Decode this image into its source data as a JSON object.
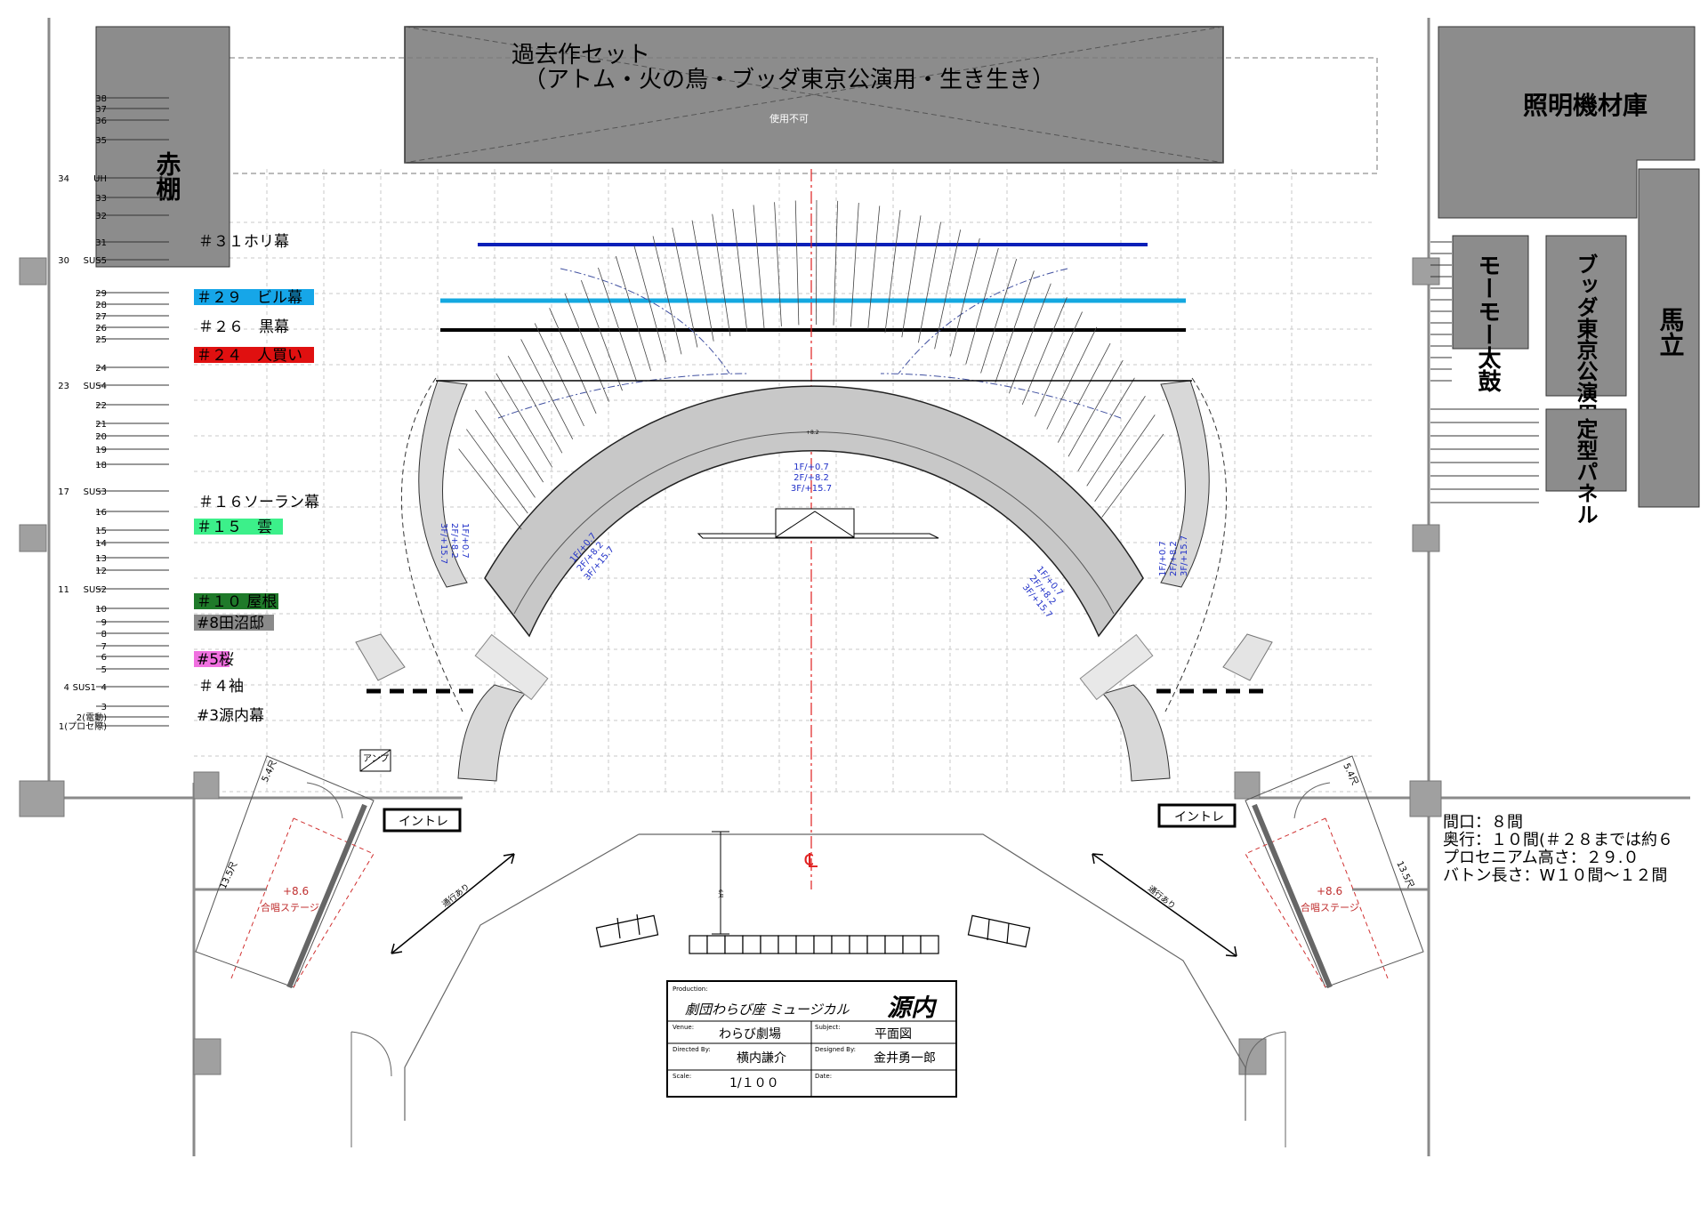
{
  "colors": {
    "wall": "#9a9a9a",
    "block_fill": "#8c8c8c",
    "line_blue": "#0a1fb8",
    "line_cyan": "#14a8e0",
    "red_center": "#e02020",
    "label_cyan": "#16a6e8",
    "label_red": "#e01010",
    "label_green": "#3cf08a",
    "label_darkgreen": "#1f7a2a",
    "label_gray": "#8a8a8a",
    "label_pink": "#f070e0",
    "annot_blue": "#2030c8",
    "annot_red": "#c03030"
  },
  "storage_top": {
    "title_line1": "過去作セット",
    "title_line2": "（アトム・火の鳥・ブッダ東京公演用・生き生き）",
    "note": "使用不可"
  },
  "lighting_storage": "照明機材庫",
  "akadana": "赤棚",
  "right_boxes": {
    "drum": "モーモー太鼓",
    "buddha": "ブッダ東京公演用セット",
    "umadate": "馬立",
    "panel": "定型パネル"
  },
  "batten_numbers": [
    {
      "n": "38"
    },
    {
      "n": "37"
    },
    {
      "n": "36"
    },
    {
      "n": "35"
    },
    {
      "n": "UH"
    },
    {
      "n": "33"
    },
    {
      "n": "32"
    },
    {
      "n": "31"
    },
    {
      "n": "SUS5"
    },
    {
      "n": "29"
    },
    {
      "n": "28"
    },
    {
      "n": "27"
    },
    {
      "n": "26"
    },
    {
      "n": "25"
    },
    {
      "n": "24"
    },
    {
      "n": "SUS4"
    },
    {
      "n": "22"
    },
    {
      "n": "21"
    },
    {
      "n": "20"
    },
    {
      "n": "19"
    },
    {
      "n": "18"
    },
    {
      "n": "SUS3"
    },
    {
      "n": "16"
    },
    {
      "n": "15"
    },
    {
      "n": "14"
    },
    {
      "n": "13"
    },
    {
      "n": "12"
    },
    {
      "n": "SUS2"
    },
    {
      "n": "10"
    },
    {
      "n": "9"
    },
    {
      "n": "8"
    },
    {
      "n": "7"
    },
    {
      "n": "6"
    },
    {
      "n": "5"
    },
    {
      "n": "SUS1"
    },
    {
      "n": "4"
    },
    {
      "n": "3"
    },
    {
      "n": "2(電動)"
    },
    {
      "n": "1(プロセ際)"
    }
  ],
  "left_side_numbers": [
    "34",
    "30",
    "23",
    "17",
    "11",
    "4"
  ],
  "drops": [
    {
      "text": "＃３１ホリ幕",
      "style": "plain"
    },
    {
      "text": "＃２９　ビル幕",
      "style": "cyan"
    },
    {
      "text": "＃２６　黒幕",
      "style": "plain"
    },
    {
      "text": "＃２４　人買い",
      "style": "red"
    },
    {
      "text": "＃１６ソーラン幕",
      "style": "plain"
    },
    {
      "text": "＃１５　雲",
      "style": "green"
    },
    {
      "text": "＃１０ 屋根",
      "style": "darkgreen"
    },
    {
      "text": "#8田沼邸",
      "style": "gray"
    },
    {
      "text": "#5桜",
      "style": "pink"
    },
    {
      "text": "＃４袖",
      "style": "plain"
    },
    {
      "text": "#3源内幕",
      "style": "plain"
    }
  ],
  "stage": {
    "arc_top_value": "+8.2",
    "center_levels": [
      "1F/+0.7",
      "2F/+8.2",
      "3F/+15.7"
    ],
    "side_levels": [
      "1F/+0.7",
      "2F/+8.2",
      "3F/+15.7"
    ],
    "center_mark": "℄",
    "amp_label": "アンプ",
    "intore_left": "イントレ",
    "intore_right": "イントレ",
    "passage": "通行あり",
    "choir_height": "+8.6",
    "choir_label": "合唱ステージ",
    "dim_5_4": "5.4尺",
    "dim_13_5": "13.5尺",
    "dim_small": "6尺"
  },
  "specs": [
    "間口：８間",
    "奥行：１０間(＃２８までは約６",
    "プロセニアム高さ：２９.０",
    "バトン長さ：W１０間～１２間"
  ],
  "title_block": {
    "production_label": "Production:",
    "production": "劇団わらび座 ミュージカル",
    "production_title": "源内",
    "venue_label": "Venue:",
    "venue": "わらび劇場",
    "subject_label": "Subject:",
    "subject": "平面図",
    "directed_label": "Directed By:",
    "director": "横内謙介",
    "designed_label": "Designed By:",
    "designer": "金井勇一郎",
    "scale_label": "Scale:",
    "scale": "1/１００",
    "date_label": "Date:"
  }
}
